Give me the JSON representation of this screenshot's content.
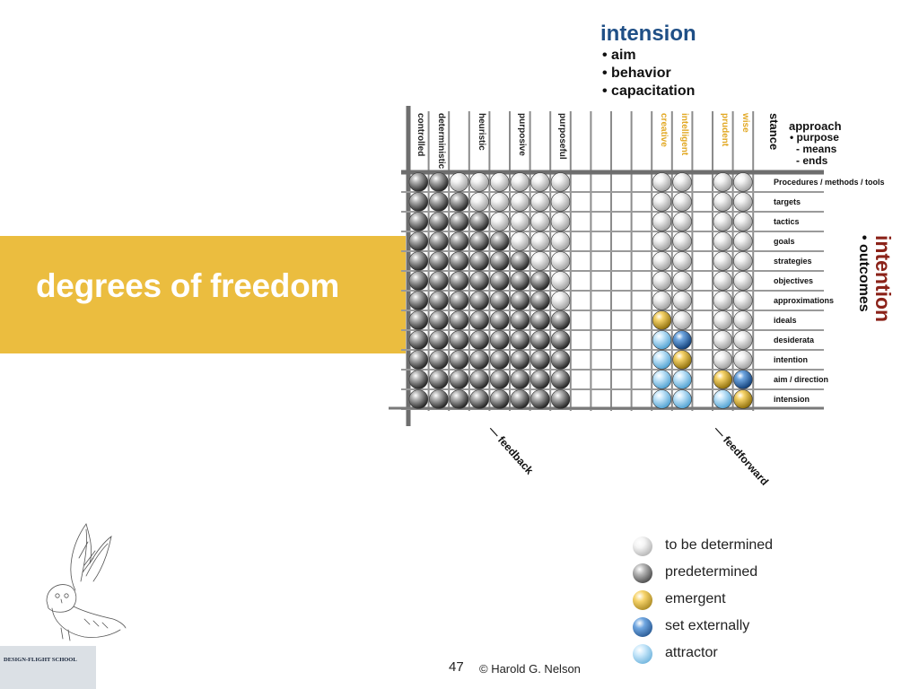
{
  "slide": {
    "title": "degrees of freedom",
    "page_number": "47",
    "copyright": "© Harold G. Nelson",
    "school_name": "DESIGN-FLIGHT SCHOOL"
  },
  "header": {
    "title": "intension",
    "items": [
      "aim",
      "behavior",
      "capacitation"
    ]
  },
  "approach_block": {
    "title": "approach",
    "lines": [
      "• purpose",
      "- means",
      "- ends"
    ]
  },
  "stance_label": "stance",
  "columns": [
    {
      "label": "controlled",
      "group": "feedback"
    },
    {
      "label": "deterministic",
      "group": "feedback"
    },
    {
      "label": "",
      "group": "feedback"
    },
    {
      "label": "heuristic",
      "group": "feedback"
    },
    {
      "label": "",
      "group": "feedback"
    },
    {
      "label": "purposive",
      "group": "feedback"
    },
    {
      "label": "",
      "group": "feedback"
    },
    {
      "label": "purposeful",
      "group": "feedback"
    },
    {
      "label": "",
      "group": "blank"
    },
    {
      "label": "",
      "group": "blank"
    },
    {
      "label": "",
      "group": "blank"
    },
    {
      "label": "",
      "group": "blank"
    },
    {
      "label": "creative",
      "group": "feedforward"
    },
    {
      "label": "intelligent",
      "group": "feedforward"
    },
    {
      "label": "",
      "group": "blank"
    },
    {
      "label": "prudent",
      "group": "feedforward"
    },
    {
      "label": "wise",
      "group": "feedforward"
    }
  ],
  "rows": [
    "Procedures / methods / tools",
    "targets",
    "tactics",
    "goals",
    "strategies",
    "objectives",
    "approximations",
    "ideals",
    "desiderata",
    "intention",
    "aim / direction",
    "intension"
  ],
  "side_title": "intention",
  "side_subtitle": "• outcomes",
  "axis_labels": {
    "feedback": "— feedback",
    "feedforward": "— feedforward"
  },
  "matrix": [
    "PPTTTTTT....TT.TT",
    "PPPTTTTT....TT.TT",
    "PPPPTTTT....TT.TT",
    "PPPPPTTT....TT.TT",
    "PPPPPPTT....TT.TT",
    "PPPPPPPT....TT.TT",
    "PPPPPPPT....TT.TT",
    "PPPPPPPP....ET.TT",
    "PPPPPPPP....AS.TT",
    "PPPPPPPP....AE.TT",
    "PPPPPPPP....AA.ES",
    "PPPPPPPP....AA.AE"
  ],
  "legend": [
    {
      "key": "T",
      "label": "to be determined"
    },
    {
      "key": "P",
      "label": "predetermined"
    },
    {
      "key": "E",
      "label": "emergent"
    },
    {
      "key": "S",
      "label": "set externally"
    },
    {
      "key": "A",
      "label": "attractor"
    }
  ],
  "colors": {
    "banner": "#ebbd3f",
    "header_blue": "#1f4f86",
    "side_title_red": "#8b2219",
    "column_gold": "#e2a823",
    "tbd_light": "#f4f4f4",
    "tbd_dark": "#9a9a9a",
    "predetermined_light": "#b5b5b5",
    "predetermined_dark": "#1c1c1c",
    "emergent_light": "#f6d36a",
    "emergent_dark": "#8a6a06",
    "set_externally_light": "#6fa6e0",
    "set_externally_dark": "#0c3a74",
    "attractor_light": "#cbe9fb",
    "attractor_dark": "#4a9ed0"
  }
}
